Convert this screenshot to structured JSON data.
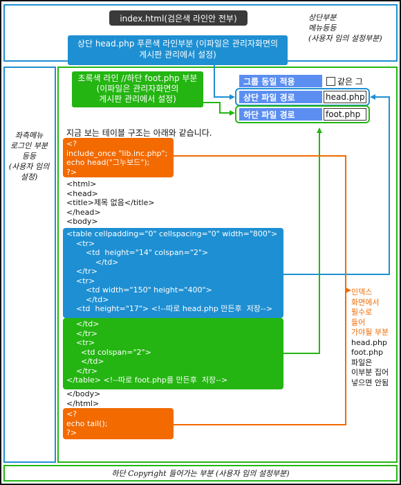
{
  "top": {
    "black_label": "index.html(검은색 라인안 전부)",
    "blue_note": [
      "상단 head.php 푸른색 라인부분 (이파일은 관리자화면의",
      "게시판 관리에서 설정)"
    ],
    "right_note": [
      "상단부분",
      "메뉴등등",
      "(사용자 임의 설정부분)"
    ]
  },
  "green_note": [
    "초록색 라인 //하단 foot.php 부분",
    "(이파일은 관리자화면의",
    "게시판 관리에서 설정)"
  ],
  "left_note": [
    "좌측메뉴",
    "로그인 부분등등",
    "(사용자 임의",
    "설정)"
  ],
  "form": {
    "group_label": "그룹 동일 적용",
    "same_label": "같은 그",
    "head_label": "상단 파일 경로",
    "head_value": "head.php",
    "foot_label": "하단 파일 경로",
    "foot_value": "foot.php"
  },
  "intro": "지금 보는 테이블 구조는 아래와 같습니다.",
  "code": {
    "php_head": [
      "<?",
      "include_once \"lib.inc.php\";",
      "echo head(\"그누보드\");",
      "?>"
    ],
    "plain_top": [
      "<html>",
      "<head>",
      "<title>제목 없음</title>",
      "</head>",
      "<body>"
    ],
    "blue_block": [
      "<table cellpadding=\"0\" cellspacing=\"0\" width=\"800\">",
      "    <tr>",
      "        <td  height=\"14\" colspan=\"2\">",
      "            </td>",
      "    </tr>",
      "    <tr>",
      "        <td width=\"150\" height=\"400\">",
      "        </td>",
      "    <td  height=\"17\"> <!--따로 head.php 만든후  저장-->"
    ],
    "green_block": [
      "    </td>",
      "    </tr>",
      "    <tr>",
      "      <td colspan=\"2\">",
      "      </td>",
      "    </tr>",
      "</table> <!--따로 foot.php를 만든후  저장-->"
    ],
    "plain_bottom": [
      "</body>",
      "</html>"
    ],
    "php_tail": [
      "<?",
      "echo tail();",
      "?>"
    ]
  },
  "side_note": {
    "orange": [
      "인덱스",
      "화면에서",
      "필수로",
      "들어",
      "가야될 부분"
    ],
    "black": [
      "head.php",
      "foot.php",
      "파일은",
      "이부분 집어",
      "넣으면 안됨"
    ]
  },
  "bottom_note": "하단 Copyright 들어가는 부분 (사용자 임의 설정부분)",
  "colors": {
    "blue": "#1e8fd2",
    "green": "#24b512",
    "orange": "#f26a00",
    "black": "#3a3a3a",
    "form_label": "#5b8ef0"
  }
}
